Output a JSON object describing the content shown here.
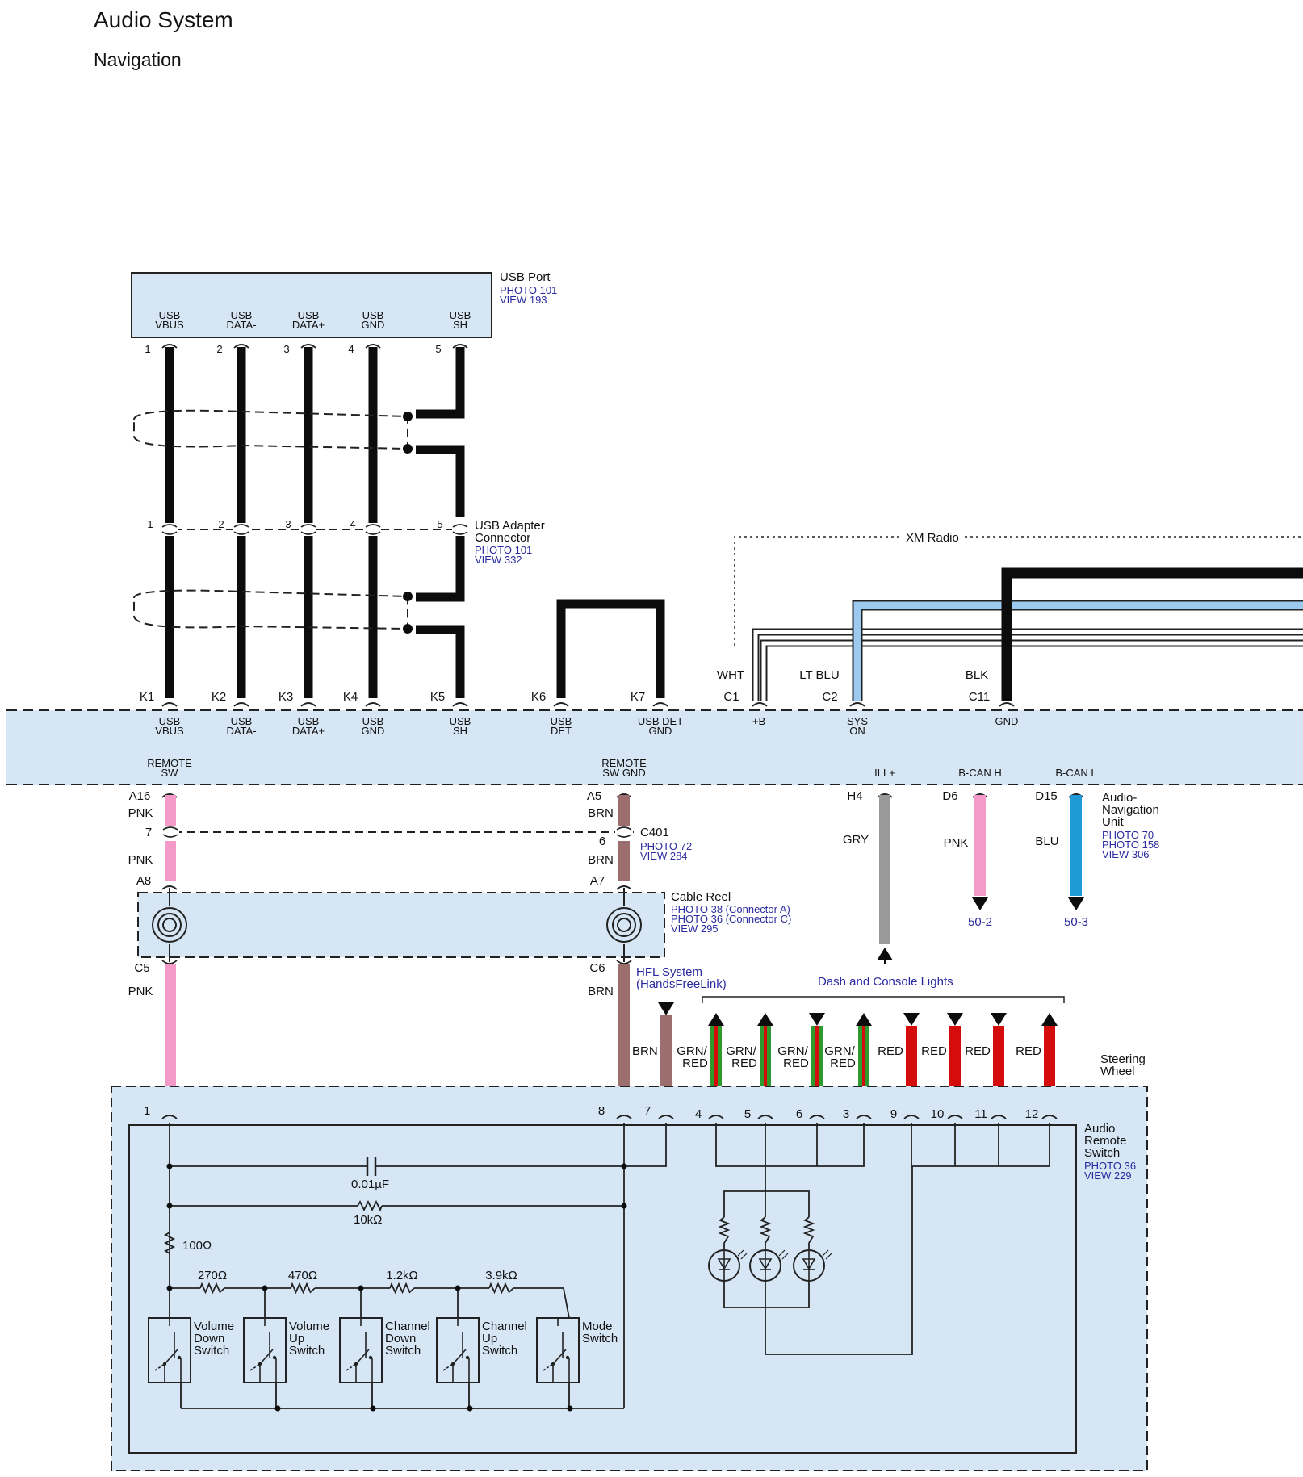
{
  "title": "Audio System",
  "subtitle": "Navigation",
  "usb_port": {
    "name": "USB Port",
    "refs": [
      "PHOTO 101",
      "VIEW 193"
    ],
    "pins": [
      {
        "num": "1",
        "line1": "USB",
        "line2": "VBUS"
      },
      {
        "num": "2",
        "line1": "USB",
        "line2": "DATA-"
      },
      {
        "num": "3",
        "line1": "USB",
        "line2": "DATA+"
      },
      {
        "num": "4",
        "line1": "USB",
        "line2": "GND"
      },
      {
        "num": "5",
        "line1": "USB",
        "line2": "SH"
      }
    ]
  },
  "usb_adapter": {
    "name_line1": "USB Adapter",
    "name_line2": "Connector",
    "refs": [
      "PHOTO 101",
      "VIEW 332"
    ],
    "pins": [
      "1",
      "2",
      "3",
      "4",
      "5"
    ]
  },
  "xm_radio": "XM Radio",
  "xm_wires": [
    {
      "color": "WHT",
      "pin": "C1",
      "signal1": "+B",
      "signal2": ""
    },
    {
      "color": "LT BLU",
      "pin": "C2",
      "signal1": "SYS",
      "signal2": "ON"
    },
    {
      "color": "BLK",
      "pin": "C11",
      "signal1": "GND",
      "signal2": ""
    }
  ],
  "unit_top_pins": [
    {
      "pin": "K1",
      "line1": "USB",
      "line2": "VBUS"
    },
    {
      "pin": "K2",
      "line1": "USB",
      "line2": "DATA-"
    },
    {
      "pin": "K3",
      "line1": "USB",
      "line2": "DATA+"
    },
    {
      "pin": "K4",
      "line1": "USB",
      "line2": "GND"
    },
    {
      "pin": "K5",
      "line1": "USB",
      "line2": "SH"
    },
    {
      "pin": "K6",
      "line1": "USB",
      "line2": "DET"
    },
    {
      "pin": "K7",
      "line1": "USB DET",
      "line2": "GND"
    }
  ],
  "unit_bottom_pins": [
    {
      "pin": "A16",
      "line1": "REMOTE",
      "line2": "SW",
      "wire": "PNK"
    },
    {
      "pin": "A5",
      "line1": "REMOTE",
      "line2": "SW GND",
      "wire": "BRN"
    },
    {
      "pin": "H4",
      "line1": "ILL+",
      "line2": "",
      "wire": "GRY"
    },
    {
      "pin": "D6",
      "line1": "B-CAN H",
      "line2": "",
      "wire": "PNK",
      "dest": "50-2"
    },
    {
      "pin": "D15",
      "line1": "B-CAN L",
      "line2": "",
      "wire": "BLU",
      "dest": "50-3"
    }
  ],
  "audio_nav_unit": {
    "name_lines": [
      "Audio-",
      "Navigation",
      "Unit"
    ],
    "refs": [
      "PHOTO 70",
      "PHOTO 158",
      "VIEW 306"
    ]
  },
  "c401": {
    "name": "C401",
    "refs": [
      "PHOTO 72",
      "VIEW 284"
    ],
    "pin_left": "7",
    "pin_right": "6",
    "wire_left": "PNK",
    "wire_right": "BRN"
  },
  "cable_reel": {
    "name": "Cable Reel",
    "refs": [
      "PHOTO 38 (Connector A)",
      "PHOTO 36 (Connector C)",
      "VIEW 295"
    ],
    "pin_a_left": "A8",
    "pin_a_right": "A7",
    "pin_c_left": "C5",
    "pin_c_right": "C6",
    "wire_left": "PNK",
    "wire_right": "BRN"
  },
  "hfl": {
    "line1": "HFL System",
    "line2": "(HandsFreeLink)",
    "wire": "BRN"
  },
  "dash_lights": {
    "label": "Dash and Console Lights",
    "wires": [
      {
        "c1": "GRN/",
        "c2": "RED",
        "pin": "4"
      },
      {
        "c1": "GRN/",
        "c2": "RED",
        "pin": "5"
      },
      {
        "c1": "GRN/",
        "c2": "RED",
        "pin": "6"
      },
      {
        "c1": "GRN/",
        "c2": "RED",
        "pin": "3"
      },
      {
        "c1": "RED",
        "c2": "",
        "pin": "9"
      },
      {
        "c1": "RED",
        "c2": "",
        "pin": "10"
      },
      {
        "c1": "RED",
        "c2": "",
        "pin": "11"
      },
      {
        "c1": "RED",
        "c2": "",
        "pin": "12"
      }
    ]
  },
  "steering_wheel": {
    "line1": "Steering",
    "line2": "Wheel"
  },
  "audio_remote_switch": {
    "name_lines": [
      "Audio",
      "Remote",
      "Switch"
    ],
    "refs": [
      "PHOTO 36",
      "VIEW 229"
    ],
    "pin_remote_sw": "1",
    "pin_gnd": "8",
    "pin_hfl": "7"
  },
  "components": {
    "capacitor": "0.01µF",
    "resistor_main": "10kΩ",
    "resistor_100": "100Ω",
    "ladder": [
      "270Ω",
      "470Ω",
      "1.2kΩ",
      "3.9kΩ"
    ]
  },
  "switches": [
    {
      "l1": "Volume",
      "l2": "Down",
      "l3": "Switch"
    },
    {
      "l1": "Volume",
      "l2": "Up",
      "l3": "Switch"
    },
    {
      "l1": "Channel",
      "l2": "Down",
      "l3": "Switch"
    },
    {
      "l1": "Channel",
      "l2": "Up",
      "l3": "Switch"
    },
    {
      "l1": "Mode",
      "l2": "Switch",
      "l3": ""
    }
  ],
  "colors": {
    "panel_fill": "#d6e6f5",
    "pink": "#f39ac8",
    "brown": "#9c6e6e",
    "gray": "#999999",
    "blue": "#1f9ad6",
    "lt_blue": "#9cc9ef",
    "green": "#2c9a2c",
    "red": "#d40c0c",
    "ref_text": "#2b2ba0"
  }
}
